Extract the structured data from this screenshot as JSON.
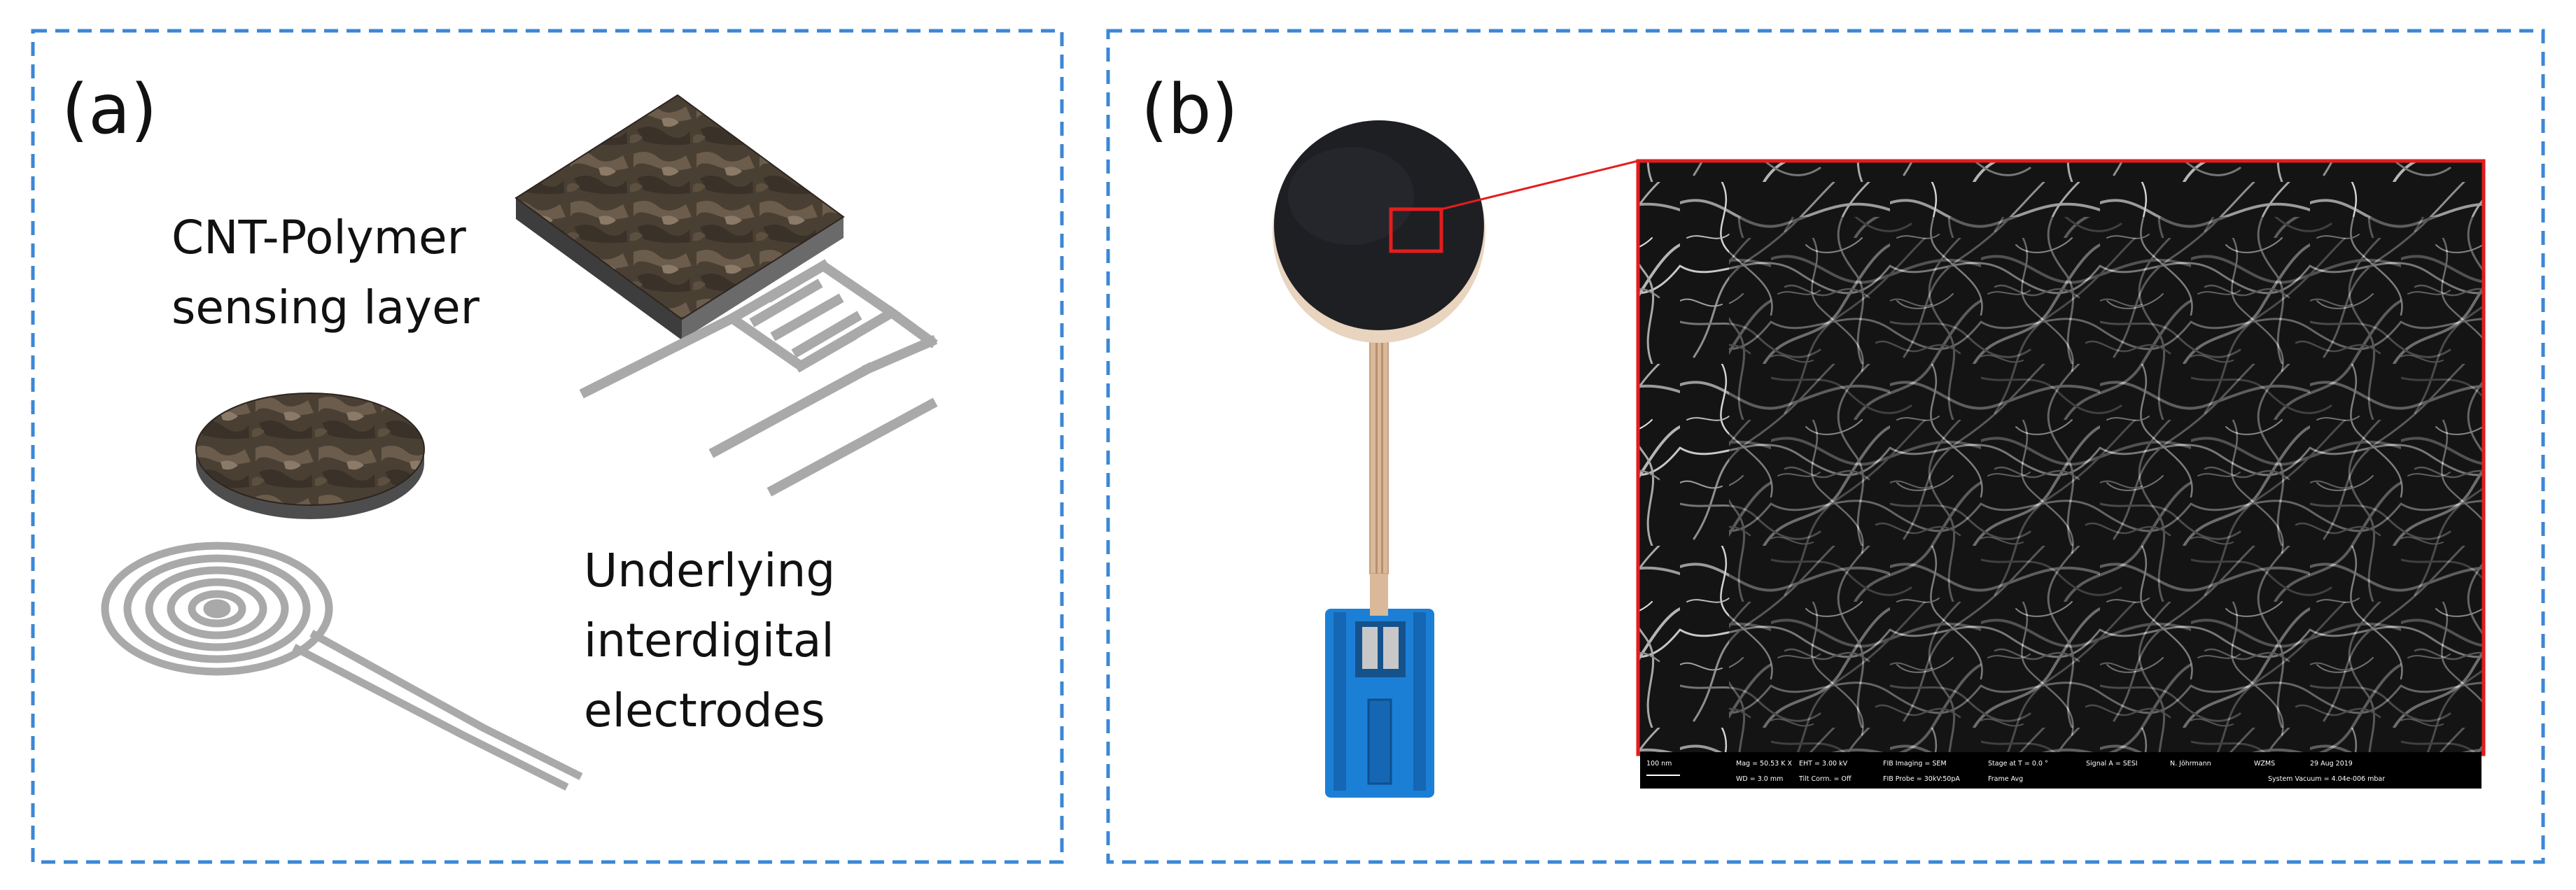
{
  "figure": {
    "panel_a": {
      "label": "(a)",
      "sensing_layer_label": [
        "CNT-Polymer",
        "sensing layer"
      ],
      "electrode_label": [
        "Underlying",
        "interdigital",
        "electrodes"
      ]
    },
    "panel_b": {
      "label": "(b)",
      "sem_info": {
        "scale": "100 nm",
        "mag": "Mag = 50.53 K X",
        "eht": "EHT = 3.00 kV",
        "wd": "WD = 3.0 mm",
        "tilt": "Tilt Corrn. = Off",
        "fib_imaging": "FIB Imaging = SEM",
        "fib_probe": "FIB Probe = 30kV:50pA",
        "stage": "Stage at T = 0.0 °",
        "frame": "Frame Avg",
        "signal": "Signal A = SESI",
        "operator": "N. Jöhrmann",
        "org": "WZMS",
        "date": "29 Aug 2019",
        "vacuum": "System Vacuum = 4.04e-006 mbar"
      }
    },
    "colors": {
      "panel_border": "#3b87d6",
      "electrode": "#a9a9a9",
      "composite": "#4a3f33",
      "connector": "#1b7fd6",
      "highlight": "#e31d1d"
    }
  }
}
